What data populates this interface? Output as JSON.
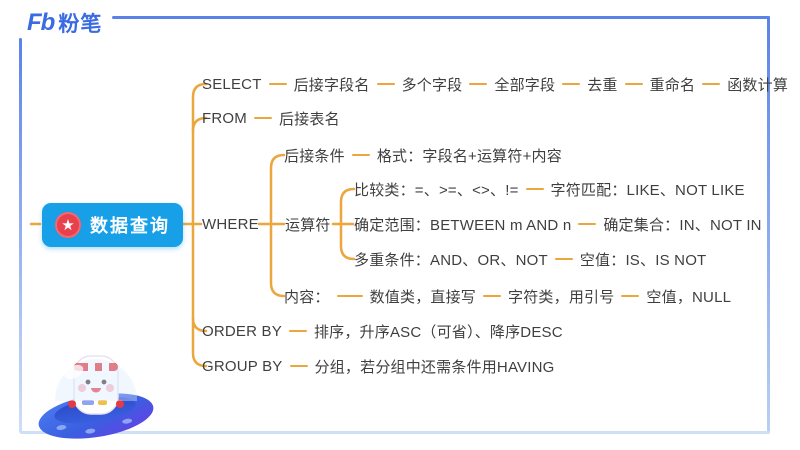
{
  "header": {
    "logo_mark": "Fb",
    "logo_text": "粉笔"
  },
  "root": {
    "label": "数据查询",
    "badge_icon": "star"
  },
  "colors": {
    "frame_blue": "#5b82e9",
    "frame_light": "#cfdff6",
    "logo_blue": "#3a6be2",
    "node_blue": "#17a0e8",
    "badge_red": "#e8414d",
    "connector_orange": "#eba63e",
    "text_dark": "#3f3f3f"
  },
  "map": {
    "branches": [
      {
        "label": "SELECT",
        "chain": [
          "后接字段名",
          "多个字段",
          "全部字段",
          "去重",
          "重命名",
          "函数计算"
        ]
      },
      {
        "label": "FROM",
        "chain": [
          "后接表名"
        ]
      },
      {
        "label": "WHERE",
        "children": [
          {
            "label": "后接条件",
            "chain": [
              "格式：字段名+运算符+内容"
            ]
          },
          {
            "label": "运算符",
            "children": [
              {
                "label": "比较类：=、>=、<>、!=",
                "chain": [
                  "字符匹配：LIKE、NOT LIKE"
                ]
              },
              {
                "label": "确定范围：BETWEEN m AND n",
                "chain": [
                  "确定集合：IN、NOT IN"
                ]
              },
              {
                "label": "多重条件：AND、OR、NOT",
                "chain": [
                  "空值：IS、IS NOT"
                ]
              }
            ]
          },
          {
            "label": "内容：",
            "chain": [
              "数值类，直接写",
              "字符类，用引号",
              "空值，NULL"
            ]
          }
        ]
      },
      {
        "label": "ORDER BY",
        "chain": [
          "排序，升序ASC（可省）、降序DESC"
        ]
      },
      {
        "label": "GROUP BY",
        "chain": [
          "分组，若分组中还需条件用HAVING"
        ]
      }
    ]
  },
  "mascot": {
    "description": "astronaut-robot-in-ufo"
  }
}
